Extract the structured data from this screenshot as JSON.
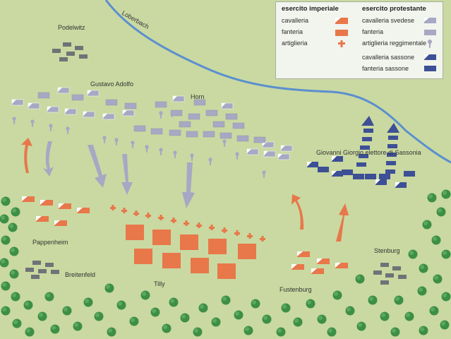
{
  "colors": {
    "background": "#c9d9a1",
    "river": "#5b8fcf",
    "imperial": "#e8774a",
    "protestant_light": "#a7a8c4",
    "protestant_dark": "#3d4f95",
    "village": "#6f7377",
    "tree": "#3d8f45"
  },
  "river": {
    "name": "Loberbach"
  },
  "places": {
    "podelwitz": "Podelwitz",
    "breitenfeld": "Breitenfeld",
    "stenburg": "Stenburg"
  },
  "commanders": {
    "gustavo": "Gustavo Adolfo",
    "horn": "Horn",
    "giovanni": "Giovanni Giorgio elettore di Sassonia",
    "pappenheim": "Pappenheim",
    "tilly": "Tilly",
    "fustenburg": "Fustenburg"
  },
  "legend": {
    "imperial_title": "esercito imperiale",
    "protestant_title": "esercito protestante",
    "imperial_items": [
      "cavalleria",
      "fanteria",
      "artiglieria"
    ],
    "protestant_items": [
      "cavalleria svedese",
      "fanteria",
      "artiglieria reggimentale",
      "cavalleria sassone",
      "fanteria sassone"
    ]
  }
}
